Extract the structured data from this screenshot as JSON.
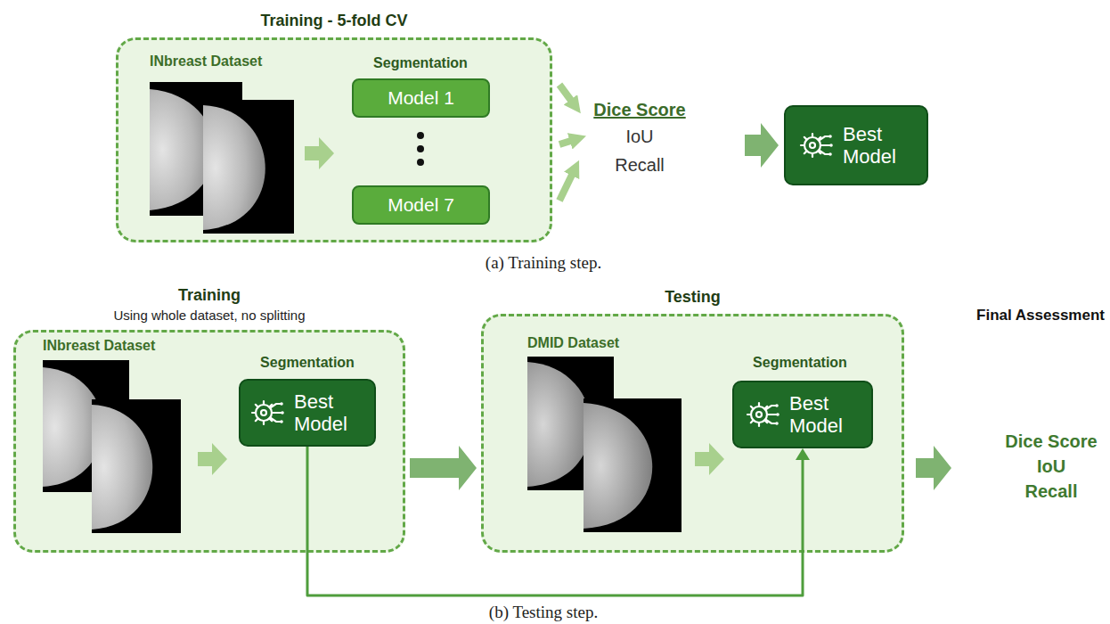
{
  "diagram": {
    "nodes": [
      {
        "text": [
          "Training - 5-fold CV"
        ]
      },
      {
        "text": [
          "Model 1"
        ],
        "in": 0
      },
      {
        "text": [
          "Model 7"
        ],
        "in": 0
      },
      {
        "text": [
          "Best Model"
        ]
      },
      {
        "text": [
          "Training",
          "Using whole dataset, no splitting"
        ]
      },
      {
        "text": [
          "Best Model"
        ],
        "in": 4
      },
      {
        "text": [
          "Testing"
        ]
      },
      {
        "text": [
          "Best Model"
        ],
        "in": 6
      }
    ],
    "edges": [
      {
        "from": 4,
        "to": 6,
        "arrow": "to"
      },
      {
        "from": 5,
        "to": 7,
        "arrow": "to"
      }
    ],
    "labels": [
      "INbreast Dataset",
      "Segmentation",
      "Dice Score",
      "IoU",
      "Recall",
      "(a) Training step.",
      "INbreast Dataset",
      "Segmentation",
      "DMID Dataset",
      "Segmentation",
      "Final Assessment",
      "Dice Score",
      "IoU",
      "Recall",
      "(b) Testing step."
    ]
  }
}
